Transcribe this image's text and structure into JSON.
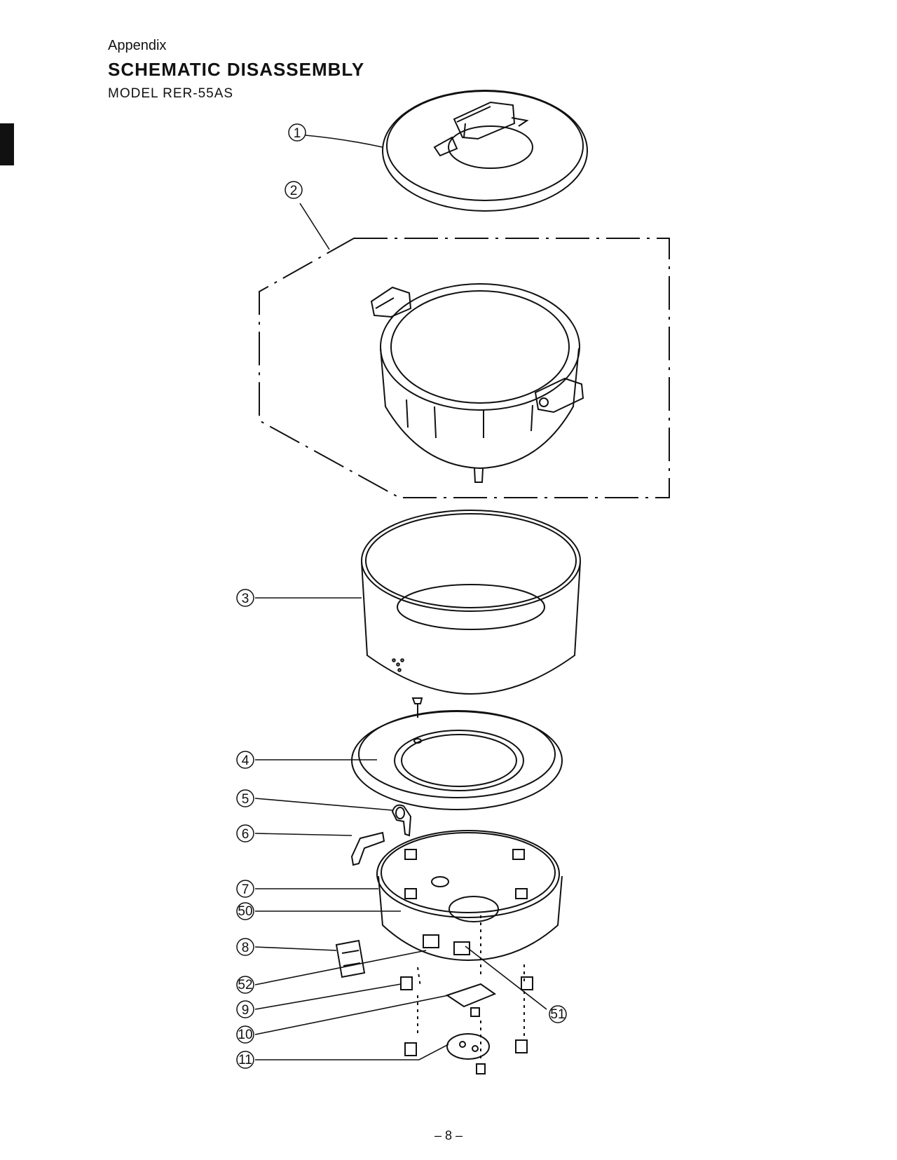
{
  "header": {
    "appendix": "Appendix",
    "title": "SCHEMATIC DISASSEMBLY",
    "model": "MODEL RER-55AS"
  },
  "callouts": [
    {
      "id": "1"
    },
    {
      "id": "2"
    },
    {
      "id": "3"
    },
    {
      "id": "4"
    },
    {
      "id": "5"
    },
    {
      "id": "6"
    },
    {
      "id": "7"
    },
    {
      "id": "50"
    },
    {
      "id": "8"
    },
    {
      "id": "52"
    },
    {
      "id": "9"
    },
    {
      "id": "10"
    },
    {
      "id": "11"
    },
    {
      "id": "51"
    }
  ],
  "footer": {
    "page_number": "– 8 –"
  },
  "colors": {
    "ink": "#111111",
    "paper": "#ffffff"
  }
}
